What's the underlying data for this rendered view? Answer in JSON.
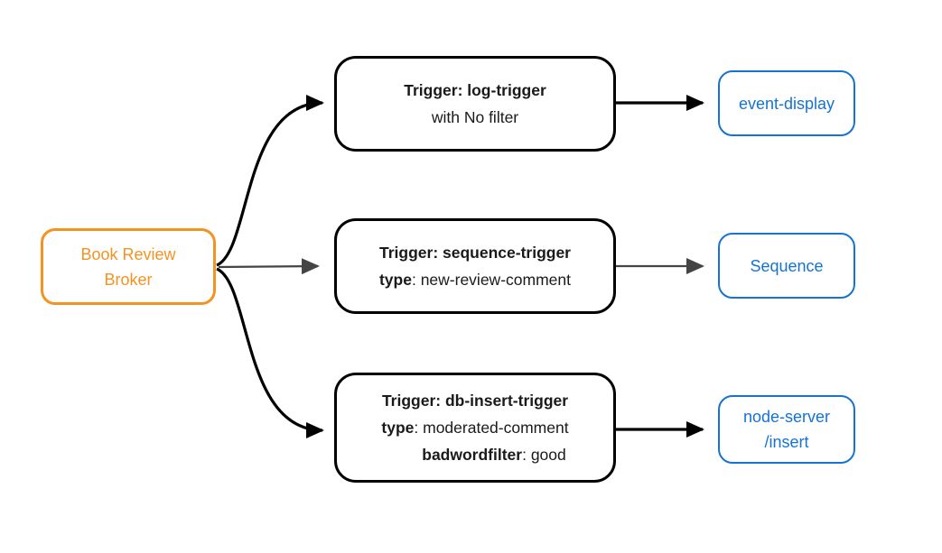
{
  "broker": {
    "lines": [
      "Book Review",
      "Broker"
    ]
  },
  "triggers": [
    {
      "title": "Trigger: log-trigger",
      "filter_note": "with No filter"
    },
    {
      "title": "Trigger: sequence-trigger",
      "attr_key": "type",
      "attr_value": ": new-review-comment"
    },
    {
      "title": "Trigger: db-insert-trigger",
      "attr_key": "type",
      "attr_value": ": moderated-comment",
      "attr2_key": "badwordfilter",
      "attr2_value": ": good"
    }
  ],
  "sinks": [
    {
      "lines": [
        "event-display"
      ]
    },
    {
      "lines": [
        "Sequence"
      ]
    },
    {
      "lines": [
        "node-server",
        "/insert"
      ]
    }
  ],
  "colors": {
    "broker_accent": "#F39322",
    "sink_accent": "#1673D1",
    "edge_primary": "#000000",
    "edge_secondary": "#444444",
    "background": "#FFFFFF"
  }
}
